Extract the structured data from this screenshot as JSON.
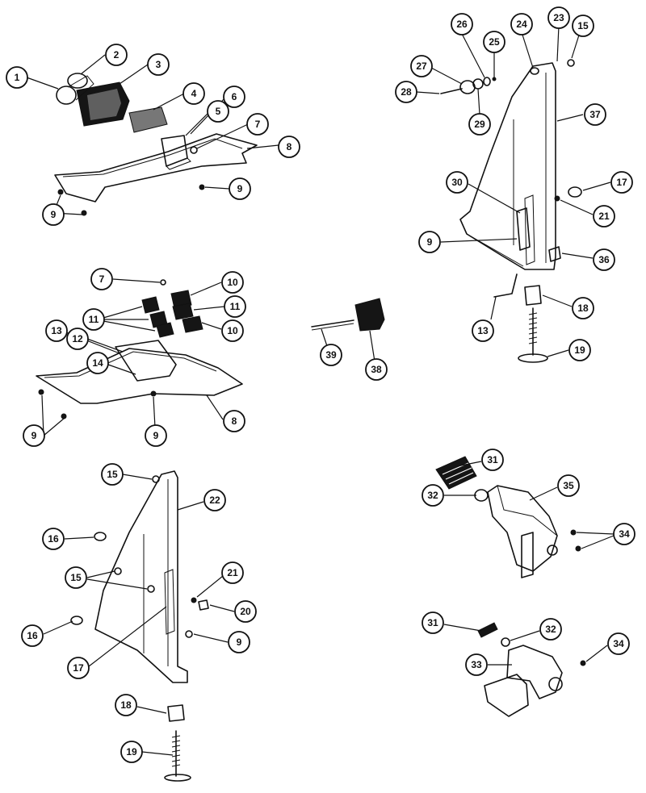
{
  "callouts": [
    {
      "id": "c1",
      "label": "1"
    },
    {
      "id": "c2",
      "label": "2"
    },
    {
      "id": "c3",
      "label": "3"
    },
    {
      "id": "c4",
      "label": "4"
    },
    {
      "id": "c5",
      "label": "5"
    },
    {
      "id": "c6",
      "label": "6"
    },
    {
      "id": "c7a",
      "label": "7"
    },
    {
      "id": "c8a",
      "label": "8"
    },
    {
      "id": "c9a",
      "label": "9"
    },
    {
      "id": "c9b",
      "label": "9"
    },
    {
      "id": "c7b",
      "label": "7"
    },
    {
      "id": "c10a",
      "label": "10"
    },
    {
      "id": "c11a",
      "label": "11"
    },
    {
      "id": "c11b",
      "label": "11"
    },
    {
      "id": "c10b",
      "label": "10"
    },
    {
      "id": "c13a",
      "label": "13"
    },
    {
      "id": "c12",
      "label": "12"
    },
    {
      "id": "c14",
      "label": "14"
    },
    {
      "id": "c8b",
      "label": "8"
    },
    {
      "id": "c9c",
      "label": "9"
    },
    {
      "id": "c9d",
      "label": "9"
    },
    {
      "id": "c15a",
      "label": "15"
    },
    {
      "id": "c22",
      "label": "22"
    },
    {
      "id": "c16a",
      "label": "16"
    },
    {
      "id": "c15b",
      "label": "15"
    },
    {
      "id": "c21a",
      "label": "21"
    },
    {
      "id": "c20",
      "label": "20"
    },
    {
      "id": "c16b",
      "label": "16"
    },
    {
      "id": "c9e",
      "label": "9"
    },
    {
      "id": "c17a",
      "label": "17"
    },
    {
      "id": "c18a",
      "label": "18"
    },
    {
      "id": "c19a",
      "label": "19"
    },
    {
      "id": "c39",
      "label": "39"
    },
    {
      "id": "c38",
      "label": "38"
    },
    {
      "id": "c26",
      "label": "26"
    },
    {
      "id": "c24",
      "label": "24"
    },
    {
      "id": "c23",
      "label": "23"
    },
    {
      "id": "c15c",
      "label": "15"
    },
    {
      "id": "c25",
      "label": "25"
    },
    {
      "id": "c27",
      "label": "27"
    },
    {
      "id": "c28",
      "label": "28"
    },
    {
      "id": "c29",
      "label": "29"
    },
    {
      "id": "c37",
      "label": "37"
    },
    {
      "id": "c30",
      "label": "30"
    },
    {
      "id": "c17b",
      "label": "17"
    },
    {
      "id": "c21b",
      "label": "21"
    },
    {
      "id": "c9f",
      "label": "9"
    },
    {
      "id": "c36",
      "label": "36"
    },
    {
      "id": "c18b",
      "label": "18"
    },
    {
      "id": "c13b",
      "label": "13"
    },
    {
      "id": "c19b",
      "label": "19"
    },
    {
      "id": "c31a",
      "label": "31"
    },
    {
      "id": "c35",
      "label": "35"
    },
    {
      "id": "c32a",
      "label": "32"
    },
    {
      "id": "c34a",
      "label": "34"
    },
    {
      "id": "c31b",
      "label": "31"
    },
    {
      "id": "c32b",
      "label": "32"
    },
    {
      "id": "c34b",
      "label": "34"
    },
    {
      "id": "c33",
      "label": "33"
    }
  ]
}
